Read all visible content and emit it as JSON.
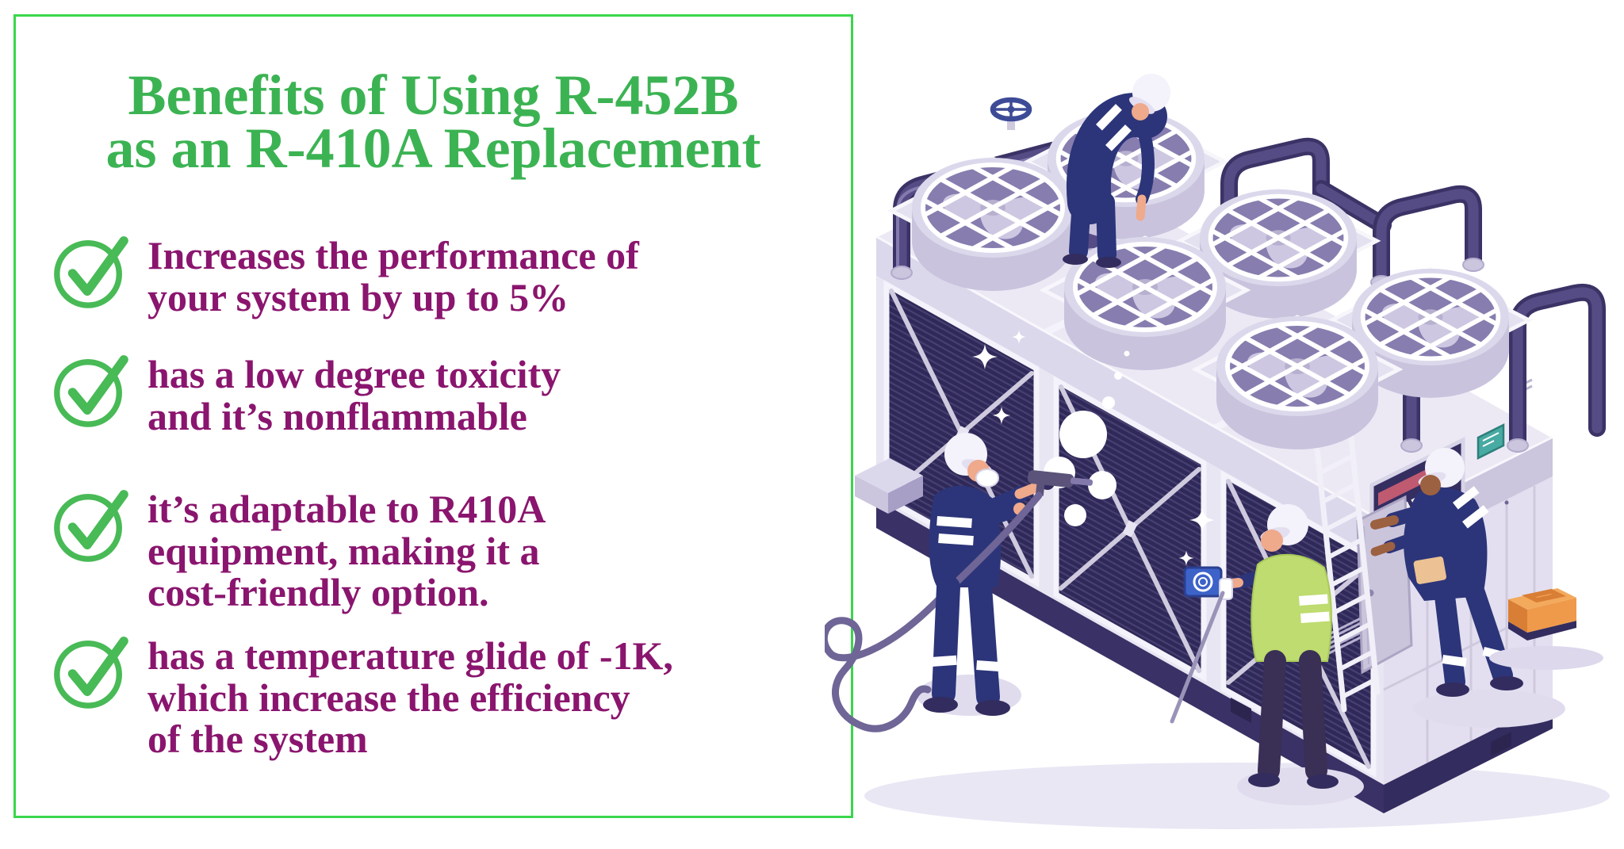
{
  "theme": {
    "page-bg": "#ffffff",
    "border-green": "#3bd64a",
    "title-green": "#3cb353",
    "bullet-purple": "#8a156e",
    "check-green": "#48ba56"
  },
  "info_box": {
    "title": {
      "line1": "Benefits of Using R-452B",
      "line2": "as an R-410A Replacement"
    },
    "bullet_icon": "check-circle-icon",
    "bullets": [
      {
        "lines": [
          "Increases the performance of",
          "your system by up to 5%"
        ]
      },
      {
        "lines": [
          "has a low degree toxicity",
          "and it’s nonflammable"
        ]
      },
      {
        "lines": [
          "it’s adaptable to R410A",
          "equipment, making it a",
          "cost-friendly option."
        ]
      },
      {
        "lines": [
          "has a temperature glide of -1K,",
          "which increase the efficiency",
          "of the system"
        ]
      }
    ]
  },
  "illustration": {
    "alt": "Isometric illustration of four technicians servicing a bank of air-cooled chiller units with six top fans: one worker inspecting on top, one spraying coils with a hose, one in a hi-vis vest taking a gauge reading, and one repairing an open electrical panel beside an orange toolbox",
    "palette": {
      "panel_light": "#ece9f5",
      "panel_shade": "#dcd8ec",
      "panel_deep": "#cbc5dd",
      "fan_inner": "#877daf",
      "coil_dark": "#2e2959",
      "coil_hatch": "#474070",
      "pipe_dark": "#3b3366",
      "pipe_mid": "#564c85",
      "uniform_navy": "#2c3579",
      "trim_dark": "#332c5e",
      "skin_light": "#efa98b",
      "skin_dark": "#9c6140",
      "hivis_green": "#bedc6f",
      "toolbox_orange": "#ef9a4a",
      "display_teal": "#47aaa3",
      "shadow_lavender": "#e0dcee"
    }
  }
}
